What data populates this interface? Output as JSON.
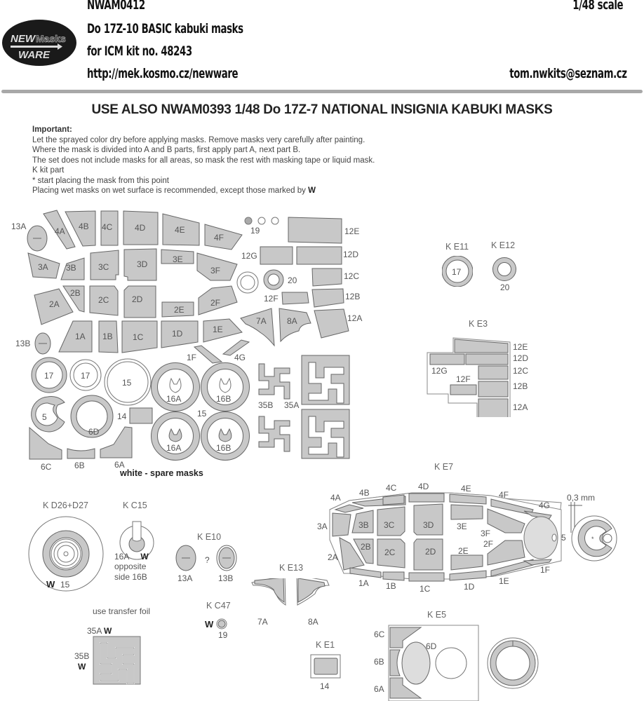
{
  "header": {
    "logo": {
      "line1": "NEW",
      "line2": "WARE",
      "word": "Masks"
    },
    "product_code": "NWAM0412",
    "title": "Do 17Z-10 BASIC kabuki masks",
    "kit": "for ICM kit no. 48243",
    "url": "http://mek.kosmo.cz/newware",
    "scale": "1/48 scale",
    "email": "tom.nwkits@seznam.cz"
  },
  "banner": "USE ALSO NWAM0393 1/48 Do 17Z-7 NATIONAL INSIGNIA KABUKI MASKS",
  "notes": {
    "heading": "Important:",
    "lines": [
      "Let the sprayed color dry before applying masks. Remove masks very carefully after painting.",
      "Where the mask is divided into A and B parts, first apply part A, next part B.",
      "The set does not include masks for all areas, so mask the rest with masking tape or liquid mask.",
      "K kit part",
      "*  start placing the mask from this point",
      "Placing wet masks on wet surface is recommended, except those marked by"
    ],
    "dry_mark": "W"
  },
  "sheet": {
    "labels": {
      "p13A": "13A",
      "p13B": "13B",
      "p4A": "4A",
      "p4B": "4B",
      "p4C": "4C",
      "p4D": "4D",
      "p4E": "4E",
      "p4F": "4F",
      "p4G": "4G",
      "p3A": "3A",
      "p3B": "3B",
      "p3C": "3C",
      "p3D": "3D",
      "p3E": "3E",
      "p3F": "3F",
      "p2A": "2A",
      "p2B": "2B",
      "p2C": "2C",
      "p2D": "2D",
      "p2E": "2E",
      "p2F": "2F",
      "p1A": "1A",
      "p1B": "1B",
      "p1C": "1C",
      "p1D": "1D",
      "p1E": "1E",
      "p1F": "1F",
      "p19": "19",
      "p20": "20",
      "p12A": "12A",
      "p12B": "12B",
      "p12C": "12C",
      "p12D": "12D",
      "p12E": "12E",
      "p12F": "12F",
      "p12G": "12G",
      "p7A": "7A",
      "p8A": "8A",
      "p17a": "17",
      "p17b": "17",
      "p15": "15",
      "p15b": "15",
      "p16A1": "16A",
      "p16B1": "16B",
      "p16A2": "16A",
      "p16B2": "16B",
      "p5": "5",
      "p6D": "6D",
      "p14": "14",
      "p6A": "6A",
      "p6B": "6B",
      "p6C": "6C",
      "p35A": "35A",
      "p35B": "35B"
    },
    "spare_note": "white - spare masks"
  },
  "kit_parts": {
    "e11": {
      "title": "K E11",
      "part": "17"
    },
    "e12": {
      "title": "K E12",
      "part": "20"
    },
    "e3": {
      "title": "K E3",
      "parts": [
        "12E",
        "12D",
        "12C",
        "12B",
        "12A",
        "12G",
        "12F"
      ]
    },
    "e7": {
      "title": "K E7",
      "parts": {
        "a4": "4A",
        "b4": "4B",
        "c4": "4C",
        "d4": "4D",
        "e4": "4E",
        "f4": "4F",
        "g4": "4G",
        "a3": "3A",
        "b3": "3B",
        "c3": "3C",
        "d3": "3D",
        "e3": "3E",
        "f3": "3F",
        "f2": "2F",
        "a2": "2A",
        "b2": "2B",
        "c2": "2C",
        "d2": "2D",
        "e2": "2E",
        "a1": "1A",
        "b1": "1B",
        "c1": "1C",
        "d1": "1D",
        "e1": "1E",
        "f1": "1F",
        "p5": "5"
      },
      "gap_note": "0,3 mm"
    },
    "d26": {
      "title": "K D26+D27",
      "part": "15",
      "mark": "W"
    },
    "c15": {
      "title": "K C15",
      "part": "16A",
      "mark": "W",
      "note1": "opposite",
      "note2": "side 16B"
    },
    "e10": {
      "title": "K E10",
      "left": "13A",
      "right": "13B",
      "q": "?"
    },
    "e13": {
      "title": "K E13",
      "left": "7A",
      "right": "8A"
    },
    "c47": {
      "title": "K C47",
      "part": "19",
      "mark": "W"
    },
    "transfer": {
      "note": "use transfer foil",
      "a": "35A",
      "b": "35B",
      "mark": "W"
    },
    "e1": {
      "title": "K E1",
      "part": "14"
    },
    "e5": {
      "title": "K E5",
      "a": "6A",
      "b": "6B",
      "c": "6C",
      "d": "6D"
    }
  }
}
